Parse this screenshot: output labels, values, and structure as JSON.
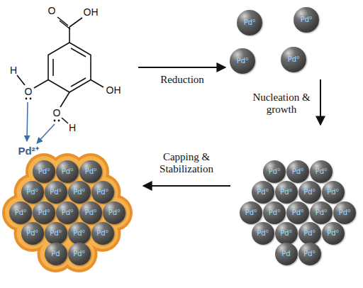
{
  "diagram": {
    "nodes": [
      {
        "text": [
          "Pd⁰"
        ]
      },
      {
        "text": [
          "Pd⁰"
        ]
      },
      {
        "text": [
          "Pd⁰"
        ]
      },
      {
        "text": [
          "Pd⁰"
        ]
      },
      {
        "text": [
          "Pd⁰"
        ]
      },
      {
        "text": [
          "Pd⁰"
        ]
      },
      {
        "text": [
          "Pd⁰"
        ]
      },
      {
        "text": [
          "Pd⁰"
        ]
      },
      {
        "text": [
          "Pd⁰"
        ]
      },
      {
        "text": [
          "Pd⁰"
        ]
      },
      {
        "text": [
          "Pd⁰"
        ]
      },
      {
        "text": [
          "Pd⁰"
        ]
      },
      {
        "text": [
          "Pd⁰"
        ]
      },
      {
        "text": [
          "Pd⁰"
        ]
      },
      {
        "text": [
          "Pd⁰"
        ]
      },
      {
        "text": [
          "Pd⁰"
        ]
      },
      {
        "text": [
          "Pd⁰"
        ]
      },
      {
        "text": [
          "Pd⁰"
        ]
      },
      {
        "text": [
          "Pd⁰"
        ]
      },
      {
        "text": [
          "Pd⁰"
        ]
      },
      {
        "text": [
          "Pd"
        ]
      },
      {
        "text": [
          "Pd⁰"
        ]
      },
      {
        "text": [
          "Pd⁰"
        ]
      },
      {
        "text": [
          "Pd⁰"
        ]
      },
      {
        "text": [
          "Pd⁰"
        ]
      },
      {
        "text": [
          "Pd⁰"
        ]
      },
      {
        "text": [
          "Pd⁰"
        ]
      },
      {
        "text": [
          "Pd⁰"
        ]
      },
      {
        "text": [
          "Pd⁰"
        ]
      },
      {
        "text": [
          "Pd⁰"
        ]
      },
      {
        "text": [
          "Pd⁰"
        ]
      },
      {
        "text": [
          "Pd⁰"
        ]
      },
      {
        "text": [
          "Pd⁰"
        ]
      },
      {
        "text": [
          "Pd⁰"
        ]
      },
      {
        "text": [
          "Pd⁰"
        ]
      },
      {
        "text": [
          "Pd⁰"
        ]
      },
      {
        "text": [
          "Pd⁰"
        ]
      },
      {
        "text": [
          "Pd⁰"
        ]
      },
      {
        "text": [
          "Pd"
        ]
      },
      {
        "text": [
          "Pd⁰"
        ]
      }
    ],
    "labels": [
      "O",
      "OH",
      "OH",
      "H",
      "O",
      "O",
      "H",
      "Pd²⁺",
      "Reduction",
      "Nucleation & growth",
      "Capping & Stabilization"
    ]
  }
}
